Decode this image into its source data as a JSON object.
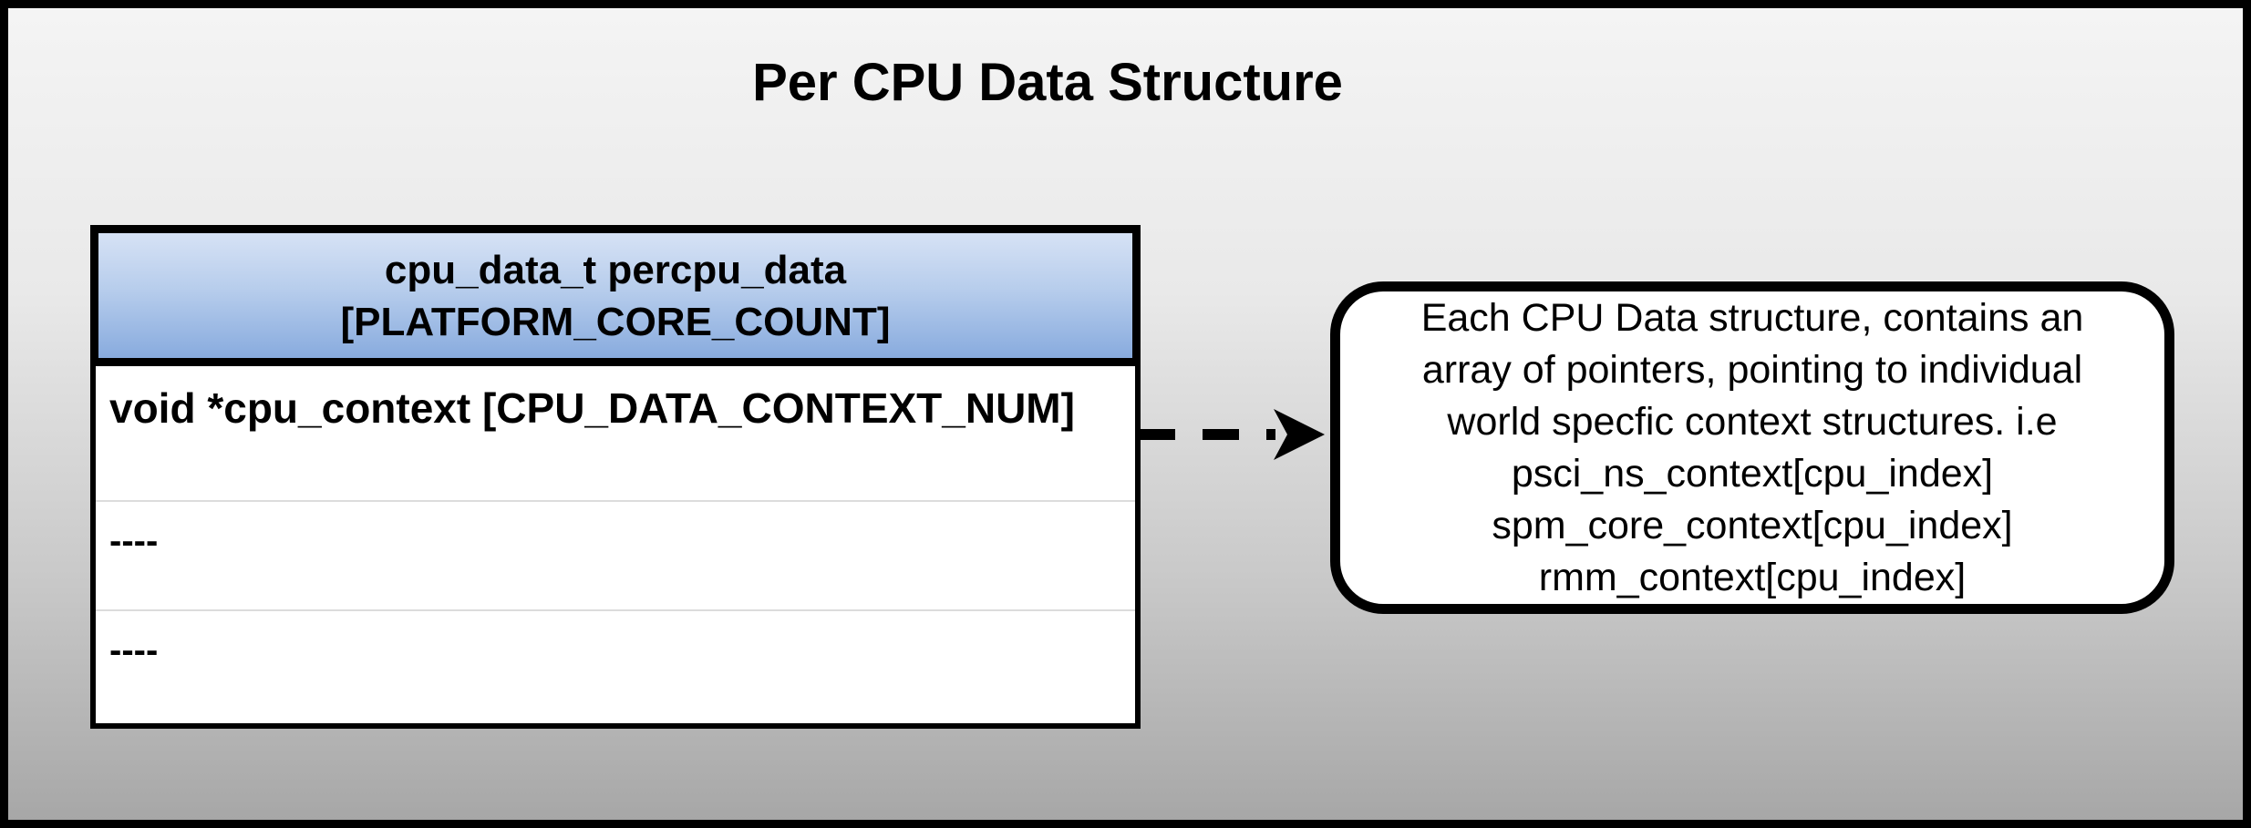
{
  "title": "Per CPU Data Structure",
  "table": {
    "header": {
      "line1": "cpu_data_t percpu_data",
      "line2": "[PLATFORM_CORE_COUNT]"
    },
    "rows": [
      {
        "label": "void *cpu_context [CPU_DATA_CONTEXT_NUM]"
      },
      {
        "label": "----"
      },
      {
        "label": "----"
      }
    ]
  },
  "arrow": {
    "icon": "dashed-right-arrow"
  },
  "callout": {
    "lines": [
      "Each CPU Data structure, contains an",
      "array of pointers, pointing to individual",
      "world specfic context structures. i.e",
      "psci_ns_context[cpu_index]",
      "spm_core_context[cpu_index]",
      "rmm_context[cpu_index]"
    ]
  },
  "colors": {
    "header_gradient_top": "#d6e2f5",
    "header_gradient_bottom": "#88abde",
    "background_gradient_top": "#f4f4f4",
    "background_gradient_bottom": "#a7a7a7",
    "outline": "#000000",
    "row_separator": "#dcdcdc",
    "box_fill": "#ffffff"
  }
}
